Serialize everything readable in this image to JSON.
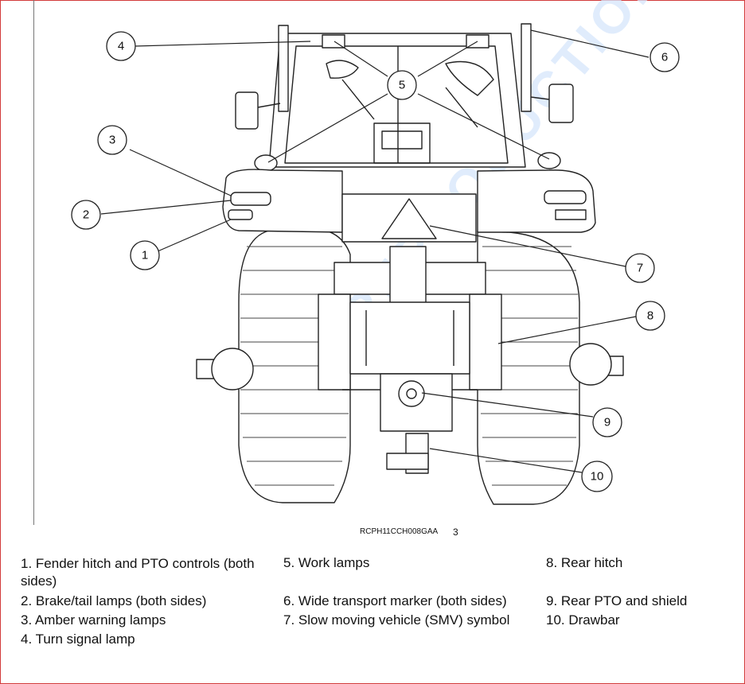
{
  "watermark": "FOR REPRODUCTION",
  "callouts": [
    "1",
    "2",
    "3",
    "4",
    "5",
    "6",
    "7",
    "8",
    "9",
    "10"
  ],
  "figure_id": "RCPH11CCH008GAA",
  "figure_number": "3",
  "legend": [
    "1.  Fender hitch and PTO controls (both sides)",
    "2.  Brake/tail lamps (both sides)",
    "3.  Amber warning lamps",
    "4.  Turn signal lamp",
    "5.  Work lamps",
    "6.  Wide transport marker (both sides)",
    "7.  Slow moving vehicle (SMV) symbol",
    "8.  Rear hitch",
    "9.  Rear PTO and shield",
    "10.  Drawbar"
  ]
}
